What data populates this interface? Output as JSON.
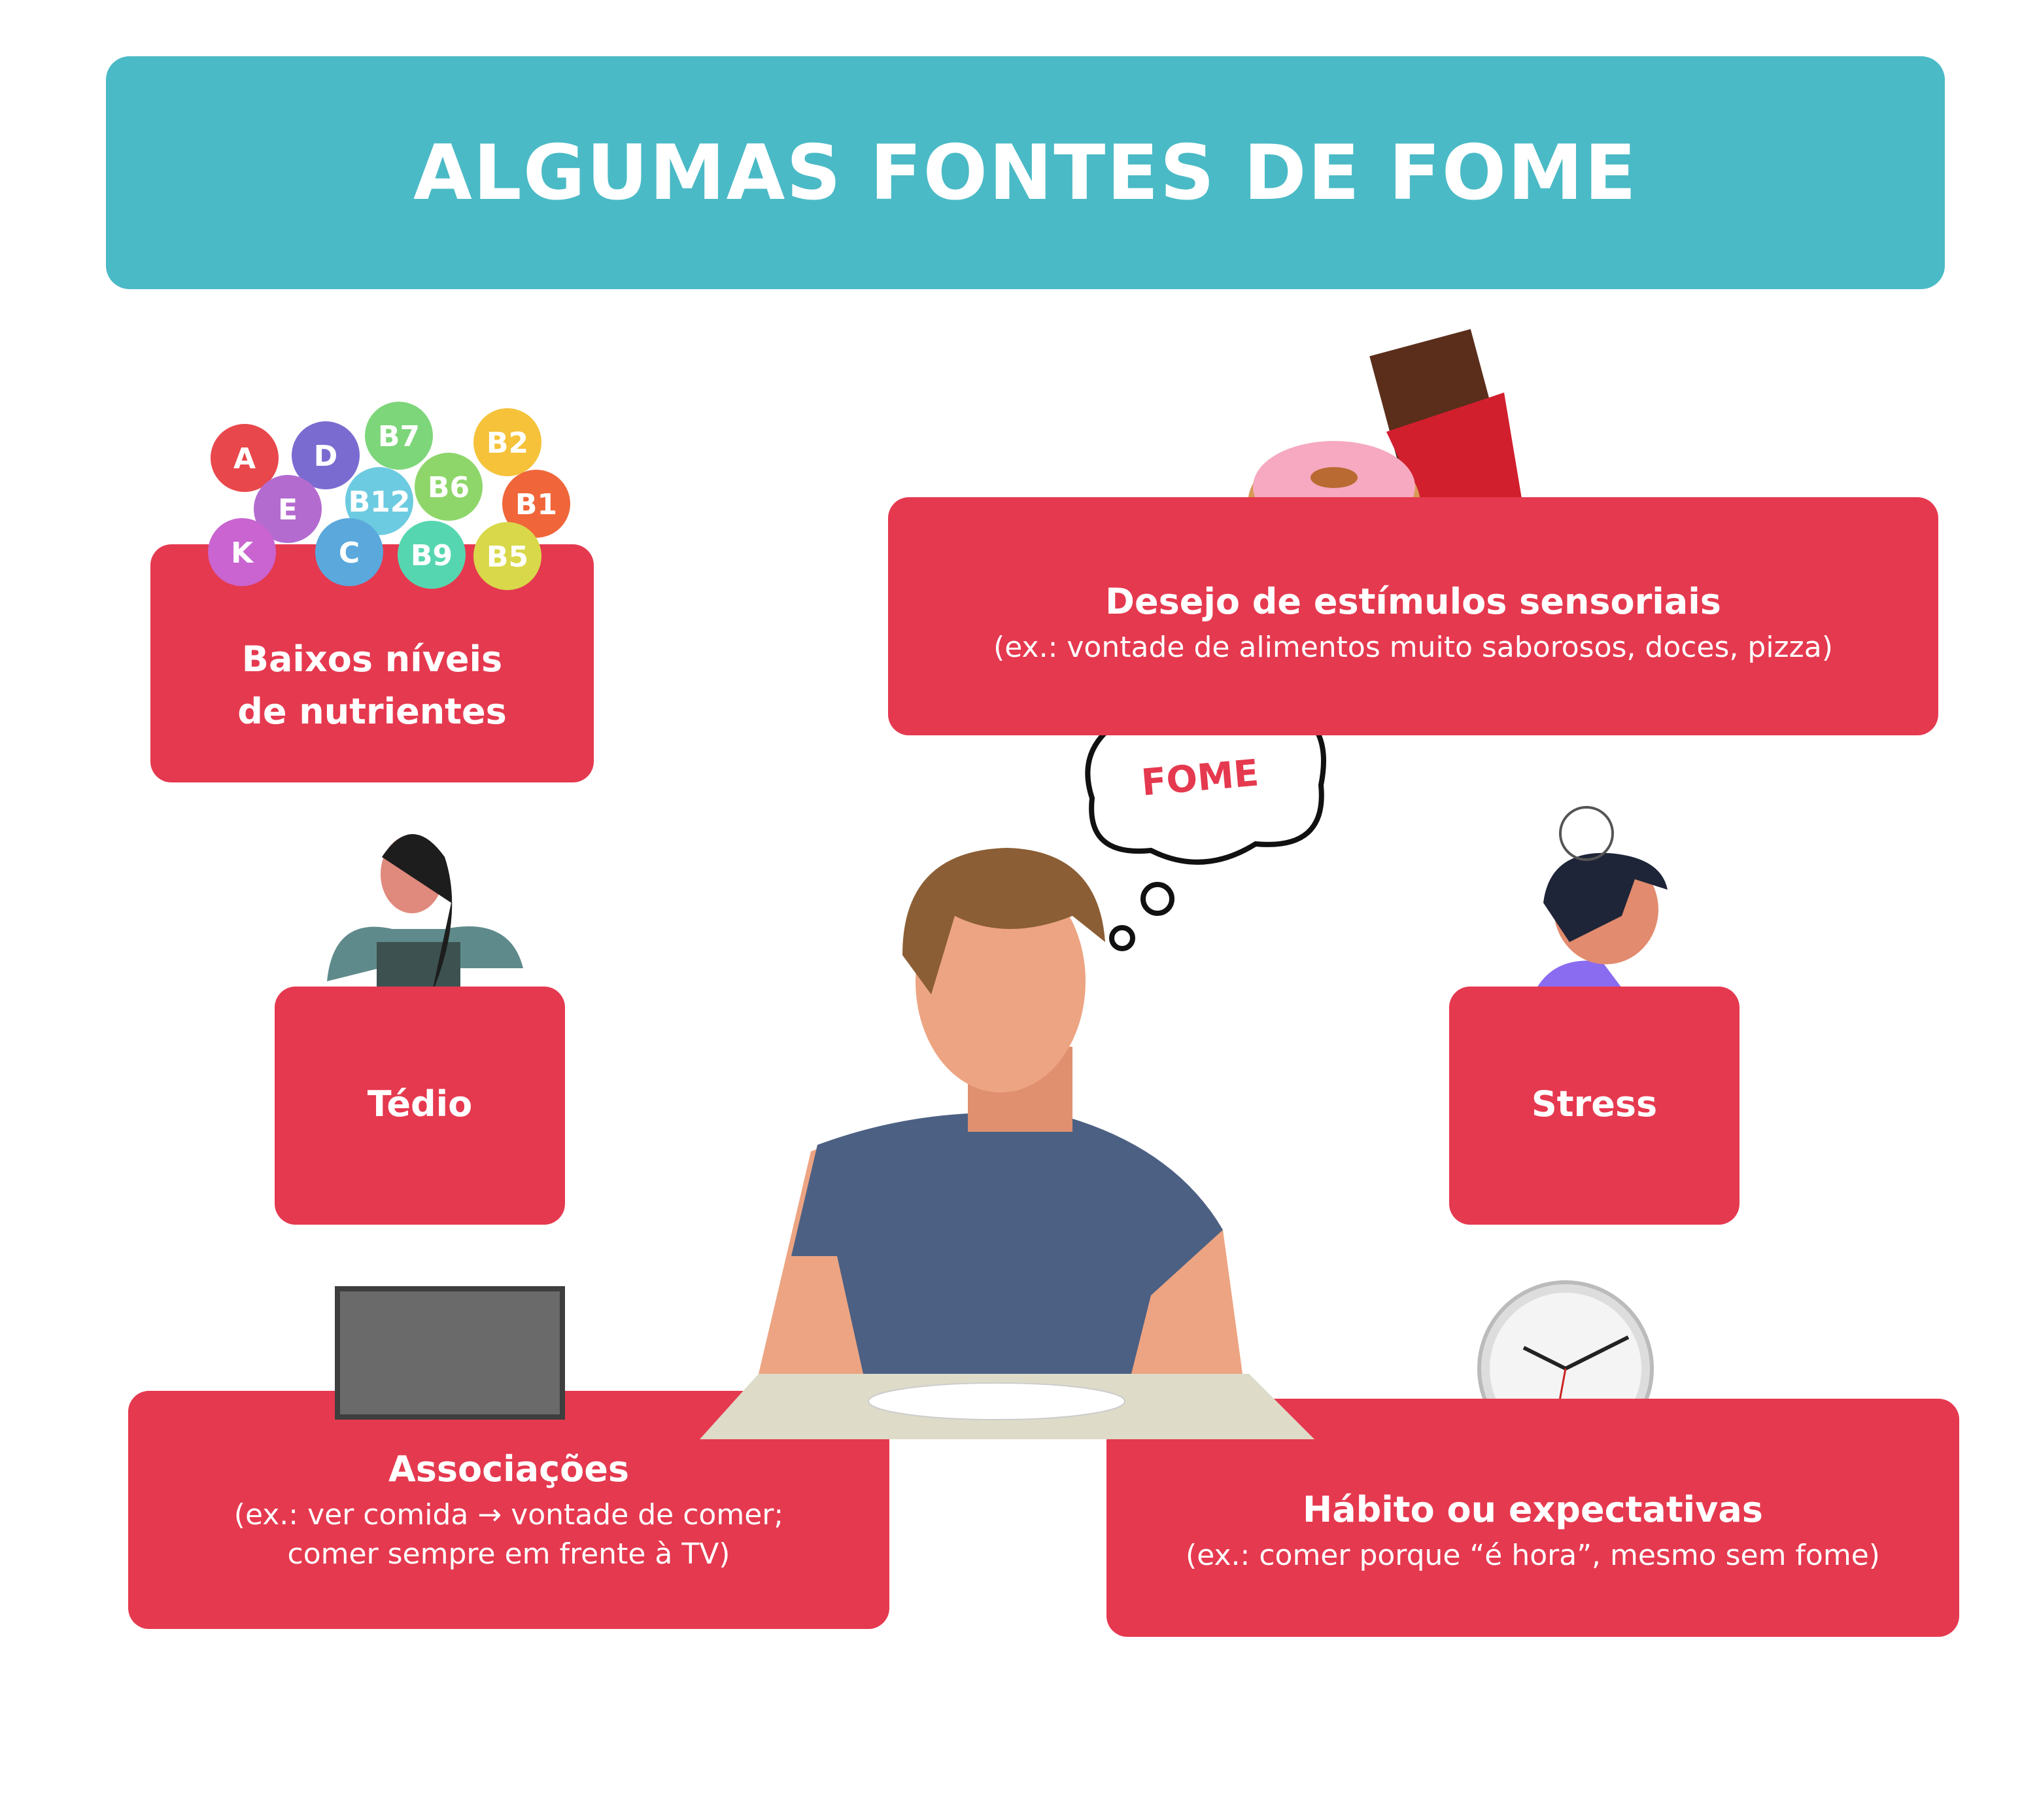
{
  "header": {
    "title": "ALGUMAS FONTES DE FOME"
  },
  "nutrients": {
    "title_line1": "Baixos níveis",
    "title_line2": "de nutrientes",
    "vitamins": [
      "A",
      "D",
      "B7",
      "B2",
      "E",
      "B12",
      "B6",
      "B1",
      "K",
      "C",
      "B9",
      "B5"
    ]
  },
  "sensory": {
    "title": "Desejo de estímulos sensoriais",
    "subtitle": "(ex.: vontade de alimentos muito saborosos, doces, pizza)"
  },
  "boredom": {
    "title": "Tédio"
  },
  "stress": {
    "title": "Stress"
  },
  "associations": {
    "title": "Associações",
    "subtitle_line1": "(ex.: ver comida → vontade de comer;",
    "subtitle_line2": "comer sempre em frente à TV)"
  },
  "habit": {
    "title": "Hábito ou expectativas",
    "subtitle": "(ex.: comer porque “é hora”, mesmo sem fome)"
  },
  "thought": {
    "text": "FOME"
  },
  "colors": {
    "header": "#4ABAC6",
    "box": "#E5394F",
    "text": "#FFFFFF"
  }
}
